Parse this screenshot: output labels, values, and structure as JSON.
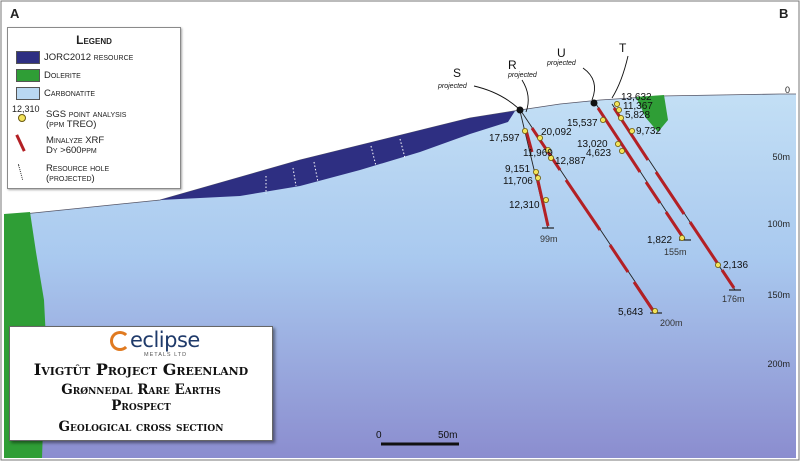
{
  "section": {
    "start_label": "A",
    "end_label": "B"
  },
  "legend": {
    "title": "Legend",
    "items": [
      {
        "label": "JORC2012 resource",
        "color": "#2e2f82"
      },
      {
        "label": "Dolerite",
        "color": "#2f9e36"
      },
      {
        "label": "Carbonatite",
        "color": "#b9d8f2"
      }
    ],
    "sgs_value": "12,310",
    "sgs_label": [
      "SGS point analysis",
      "(ppm TREO)"
    ],
    "xrf_label": [
      "Minalyze XRF",
      "Dy >600ppm"
    ],
    "hole_label": [
      "Resource hole",
      "(projected)"
    ]
  },
  "holes": [
    {
      "name": "S",
      "note": "projected",
      "end_depth": ""
    },
    {
      "name": "R",
      "note": "projected",
      "end_depth": "99m"
    },
    {
      "name": "U",
      "note": "projected",
      "end_depth": "155m"
    },
    {
      "name": "T",
      "note": "",
      "end_depth": "176m"
    },
    {
      "name": "",
      "note": "",
      "end_depth": "200m"
    }
  ],
  "assays": [
    "13,632",
    "11,367",
    "5,828",
    "9,732",
    "15,537",
    "13,020",
    "4,623",
    "17,597",
    "20,092",
    "11,969",
    "12,887",
    "9,151",
    "11,706",
    "12,310",
    "1,822",
    "2,136",
    "5,643"
  ],
  "depth_axis": [
    "0",
    "50m",
    "100m",
    "150m",
    "200m"
  ],
  "scale_bar": {
    "start": "0",
    "end": "50m"
  },
  "title_block": {
    "logo_name": "eclipse",
    "logo_sub": "METALS LTD",
    "project": "Ivigtût Project Greenland",
    "prospect_line1": "Grønnedal Rare Earths",
    "prospect_line2": "Prospect",
    "section_title": "Geological cross section"
  },
  "colors": {
    "sky": "#ffffff",
    "carbonatite_top": "#b9d8f2",
    "carbonatite_bottom": "#8e8fd0",
    "resource": "#2e2f82",
    "dolerite": "#2f9e36",
    "xrf": "#b32025",
    "assay_dot": "#f3e35a"
  }
}
